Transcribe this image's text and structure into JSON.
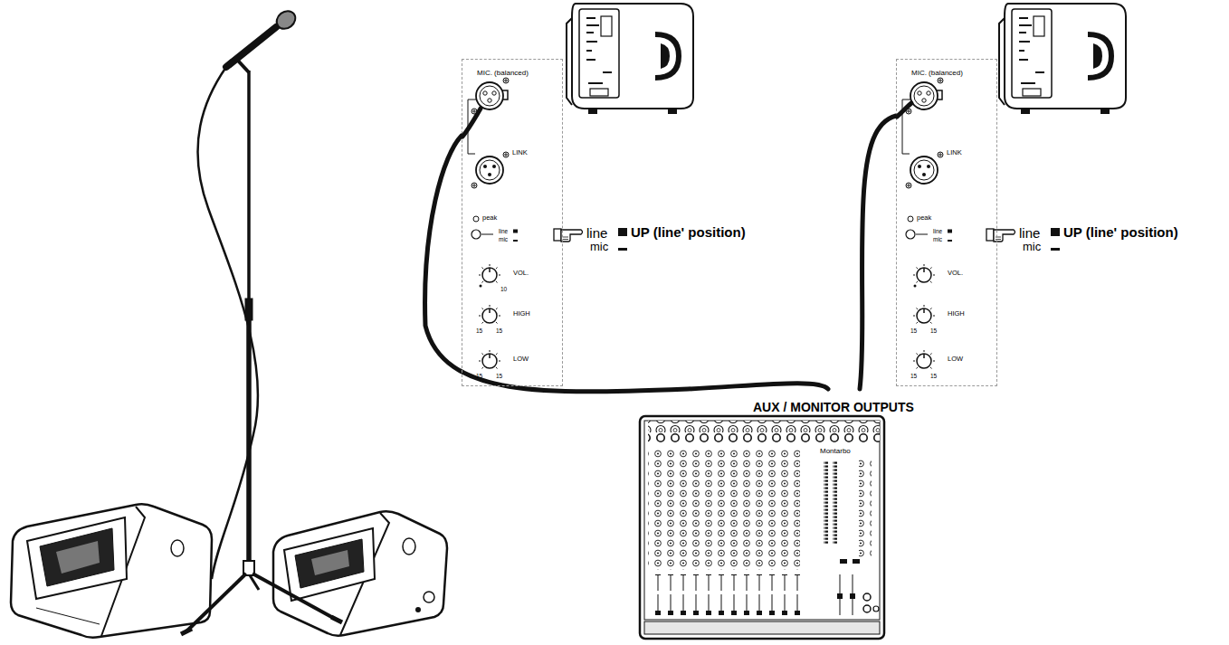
{
  "diagram": {
    "nodes": [
      {
        "text": [
          "MIC. (balanced)",
          "LINK",
          "peak",
          "line",
          "mic",
          "VOL.",
          "10",
          "HIGH",
          "15",
          "15",
          "LOW",
          "15",
          "15"
        ]
      },
      {
        "text": [
          "MIC. (balanced)",
          "LINK",
          "peak",
          "line",
          "mic",
          "VOL.",
          "HIGH",
          "15",
          "15",
          "LOW",
          "15",
          "15"
        ]
      },
      {
        "text": [
          "AUX / MONITOR OUTPUTS",
          "Montarbo"
        ]
      }
    ],
    "edges": [
      {
        "from": 2,
        "to": 0,
        "arrow": "none"
      },
      {
        "from": 2,
        "to": 1,
        "arrow": "none"
      }
    ],
    "labels": [
      "line",
      "UP (line' position)",
      "mic",
      "line",
      "UP (line' position)",
      "mic"
    ]
  }
}
